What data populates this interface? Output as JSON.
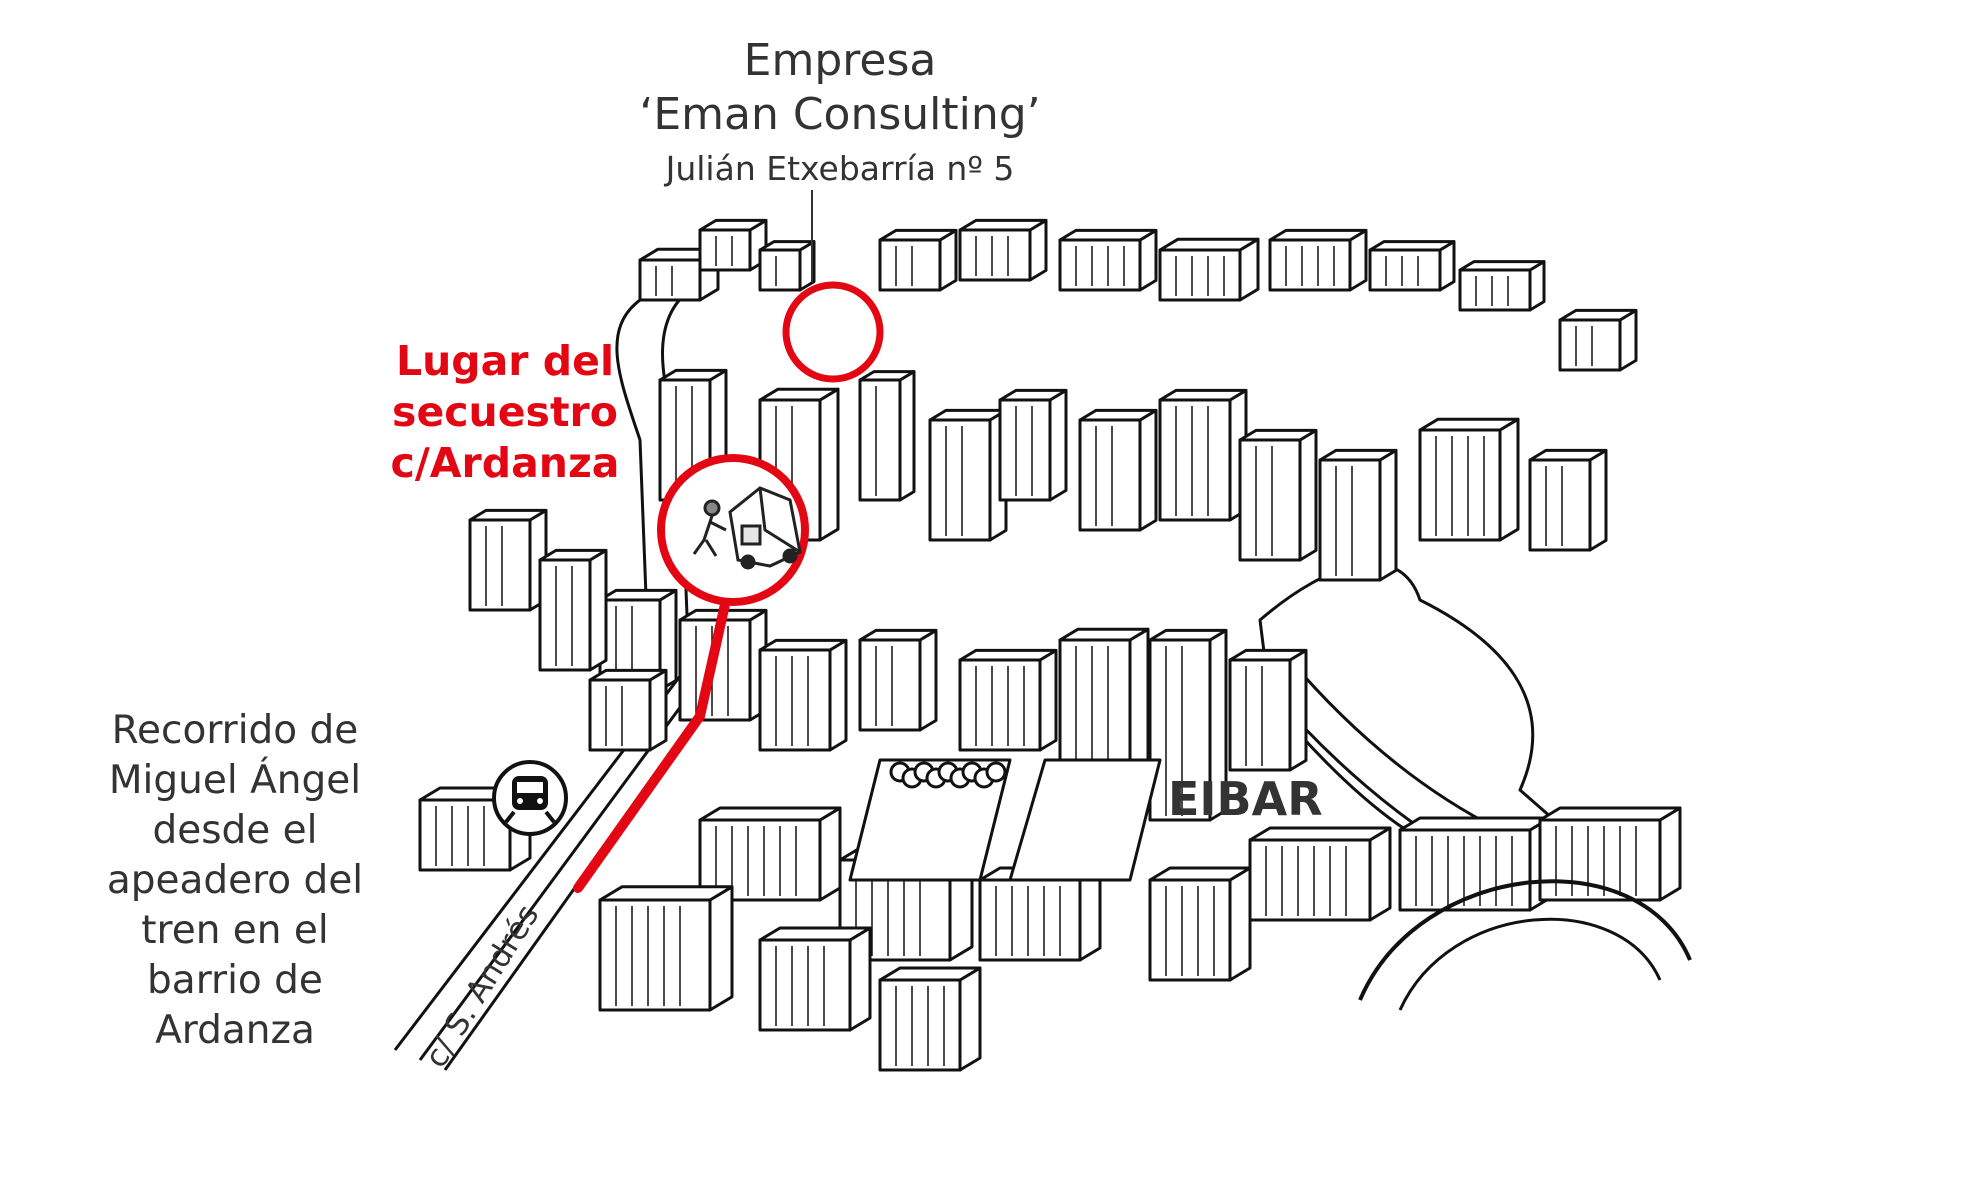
{
  "company": {
    "title_line1": "Empresa",
    "title_line2": "‘Eman Consulting’",
    "address": "Julián Etxebarría nº 5"
  },
  "kidnap": {
    "line1": "Lugar del",
    "line2": "secuestro",
    "line3": "c/Ardanza"
  },
  "route": {
    "lines": [
      "Recorrido de",
      "Miguel Ángel",
      "desde el",
      "apeadero del",
      "tren en el",
      "barrio de",
      "Ardanza"
    ]
  },
  "city": "EIBAR",
  "street": "c/ S. Andrés",
  "icons": [
    "train-icon",
    "van-icon"
  ],
  "colors": {
    "highlight": "#e30613",
    "text": "#333333",
    "ink": "#111111"
  }
}
